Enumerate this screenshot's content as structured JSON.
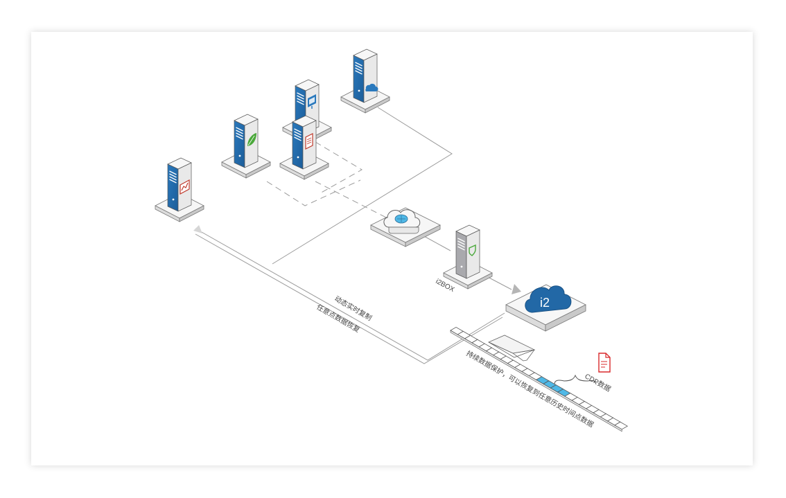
{
  "labels": {
    "i2box": "i2BOX",
    "i2_cloud": "i2",
    "dynamic_replication": "动态实时复制",
    "any_point_recovery": "任意点数据恢复",
    "continuous_protection": "持续数据保护，可以恢复到任意历史时间点数据",
    "cdp_data": "CDP数据"
  },
  "icons": {
    "server_cloud": "cloud-icon",
    "server_monitor": "monitor-icon",
    "server_leaf": "leaf-icon",
    "server_doc": "document-icon",
    "server_chart": "chart-icon",
    "intermediate_cloud": "cloud-icon",
    "i2box_server": "shield-icon",
    "i2_cloud": "cloud-icon",
    "cdp_file": "document-icon"
  },
  "colors": {
    "server_blue": "#2268a6",
    "server_gray": "#b7b7b7",
    "accent_cyan": "#4fb8e6",
    "cdp_red": "#d9292b",
    "line_gray": "#9a9a9a"
  },
  "timeline": {
    "total_cells": 24,
    "highlight_from": 12,
    "highlight_to": 16
  }
}
